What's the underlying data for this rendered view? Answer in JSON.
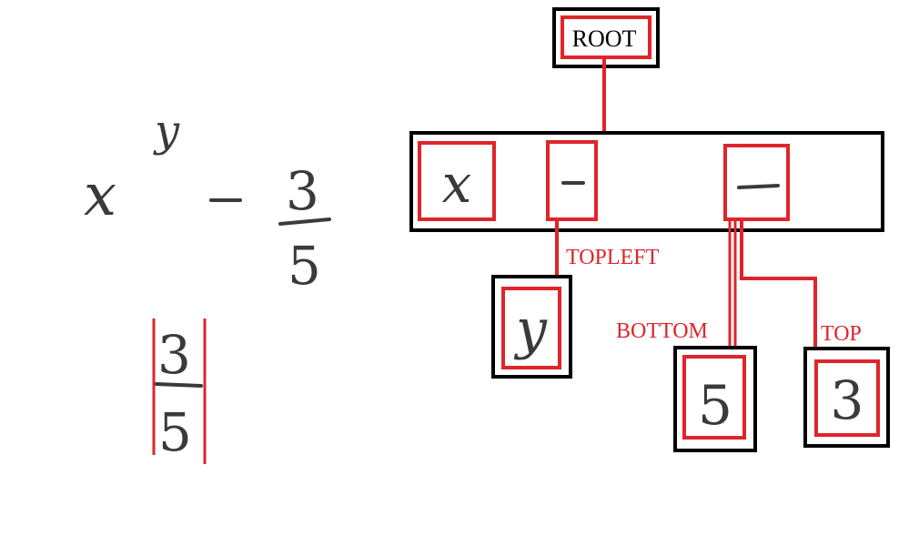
{
  "expression": {
    "base": "x",
    "exponent": "y",
    "operator": "-",
    "numerator": "3",
    "denominator": "5",
    "highlight_numerator": "3",
    "highlight_denominator": "5"
  },
  "tree": {
    "root_label": "ROOT",
    "row_symbols": [
      "x",
      "-",
      "-"
    ],
    "child_y": "y",
    "child_bottom": "5",
    "child_top": "3",
    "rel_topleft": "TOPLEFT",
    "rel_bottom": "BOTTOM",
    "rel_top": "TOP"
  },
  "colors": {
    "black_box": "#000000",
    "red_box": "#e0242b",
    "handwriting": "#3a3a3a"
  }
}
